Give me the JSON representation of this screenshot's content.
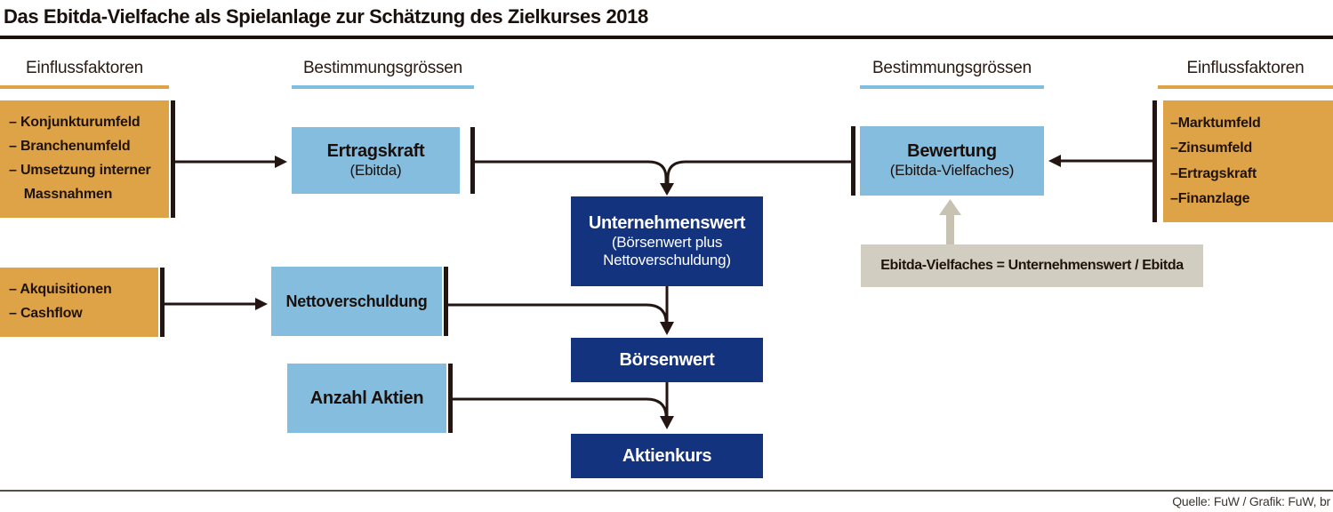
{
  "title": "Das Ebitda-Vielfache als Spielanlage zur Schätzung des Zielkurses 2018",
  "headers": {
    "left_influences": "Einflussfaktoren",
    "left_determinants": "Bestimmungsgrössen",
    "right_determinants": "Bestimmungsgrössen",
    "right_influences": "Einflussfaktoren"
  },
  "boxes": {
    "factors_earnings": {
      "items": [
        "– Konjunkturumfeld",
        "– Branchenumfeld",
        "– Umsetzung interner Massnahmen"
      ]
    },
    "ertragskraft": {
      "title": "Ertragskraft",
      "subtitle": "(Ebitda)"
    },
    "unternehmenswert": {
      "title": "Unternehmenswert",
      "subtitle": "(Börsenwert plus Nettoverschuldung)"
    },
    "bewertung": {
      "title": "Bewertung",
      "subtitle": "(Ebitda-Vielfaches)"
    },
    "factors_valuation": {
      "items": [
        "–Marktumfeld",
        "–Zinsumfeld",
        "–Ertragskraft",
        "–Finanzlage"
      ]
    },
    "formula": {
      "text": "Ebitda-Vielfaches = Unternehmenswert / Ebitda"
    },
    "factors_debt": {
      "items": [
        "– Akquisitionen",
        "– Cashflow"
      ]
    },
    "nettoverschuldung": {
      "title": "Nettoverschuldung"
    },
    "anzahl_aktien": {
      "title": "Anzahl Aktien"
    },
    "boersenwert": {
      "title": "Börsenwert"
    },
    "aktienkurs": {
      "title": "Aktienkurs"
    }
  },
  "footer": {
    "source": "Quelle: FuW / Grafik: FuW, br"
  },
  "colors": {
    "orange": "#dfa347",
    "light_blue": "#85bdde",
    "navy": "#14337f",
    "formula_gray": "#d2cdc1",
    "arrow_gray": "#c8c2b2",
    "line_dark": "#231512",
    "header_underline_blue": "#7fbee0"
  }
}
